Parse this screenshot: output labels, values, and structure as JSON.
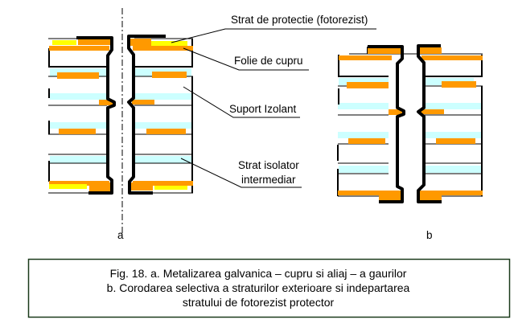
{
  "labels": {
    "photoresist": "Strat de protectie (fotorezist)",
    "copper_foil": "Folie de cupru",
    "insulating_support": "Suport Izolant",
    "intermediate_line1": "Strat isolator",
    "intermediate_line2": "intermediar"
  },
  "sublabels": {
    "a": "a",
    "b": "b"
  },
  "caption": {
    "line1": "Fig. 18. a. Metalizarea galvanica – cupru si aliaj – a gaurilor",
    "line2": "b. Corodarea selectiva a straturilor exterioare si indepartarea",
    "line3": "stratului de fotorezist protector"
  },
  "colors": {
    "copper": "#ff9900",
    "photoresist": "#ffff00",
    "intermediate": "#ccffff",
    "caption_border": "#1a3a1a"
  }
}
